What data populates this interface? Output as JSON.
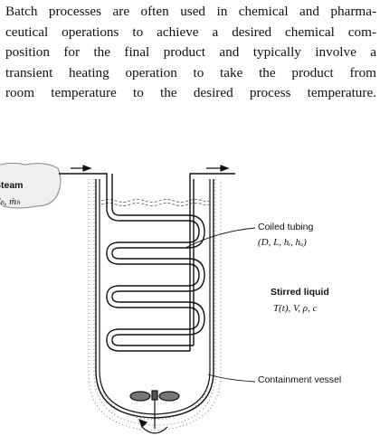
{
  "paragraph": {
    "lines": [
      "Batch processes are often used in chemical and pharma-",
      "ceutical operations to achieve a desired chemical com-",
      "position for the final product and typically involve a",
      "transient heating operation to take the product from",
      "room temperature to the desired process temperature."
    ]
  },
  "figure": {
    "steam_label": "Steam",
    "steam_vars": "Tₕ, ṁₕ",
    "coiled_tubing_label": "Coiled tubing",
    "coiled_tubing_vars": "(D, L, hᵢ, hₒ)",
    "stirred_liquid_label": "Stirred liquid",
    "stirred_liquid_vars": "T(t), V, ρ, c",
    "containment_label": "Containment vessel"
  }
}
